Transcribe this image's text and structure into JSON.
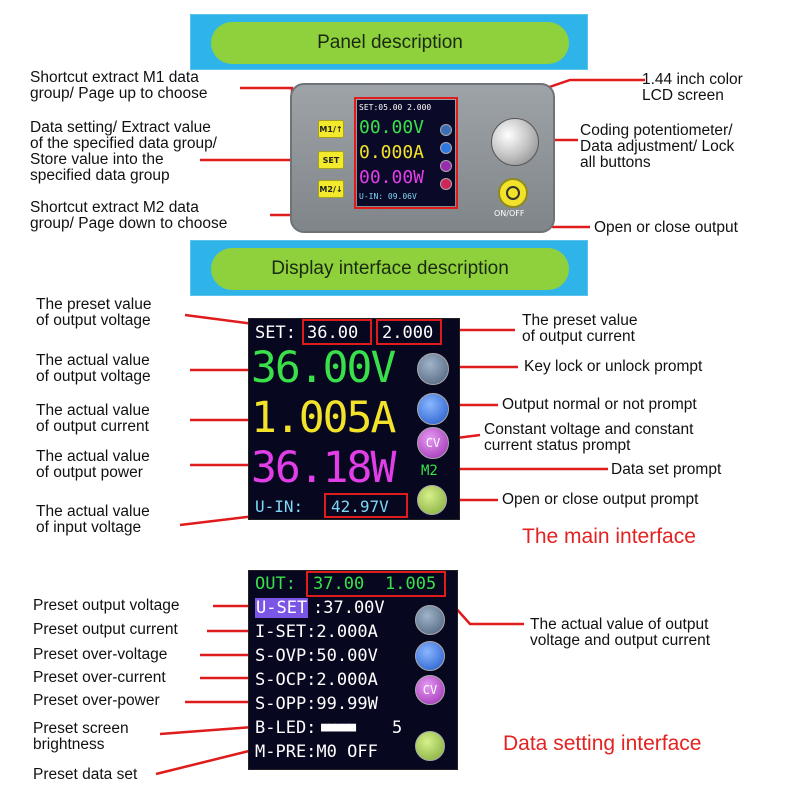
{
  "panel_header": "Panel description",
  "display_header": "Display interface description",
  "panel_labels": {
    "m1": [
      "Shortcut extract M1 data",
      "group/ Page up to choose"
    ],
    "set": [
      "Data setting/ Extract value",
      "of the specified data group/",
      "Store value into the",
      "specified data group"
    ],
    "m2": [
      "Shortcut extract M2 data",
      "group/ Page down to choose"
    ],
    "lcd": [
      "1.44 inch color",
      "LCD screen"
    ],
    "knob": [
      "Coding potentiometer/",
      "Data adjustment/ Lock",
      "all buttons"
    ],
    "onoff": [
      "Open or close output"
    ]
  },
  "device": {
    "btn_m1": "M1/↑",
    "btn_set": "SET",
    "btn_m2": "M2/↓",
    "onoff_label": "ON/OFF",
    "lcd_set": "SET:05.00 2.000",
    "lcd_v": "00.00V",
    "lcd_a": "0.000A",
    "lcd_w": "00.00W",
    "lcd_uin": "U-IN: 09.06V"
  },
  "main_labels": {
    "preset_v": [
      "The preset value",
      "of output voltage"
    ],
    "actual_v": [
      "The actual value",
      "of output voltage"
    ],
    "actual_a": [
      "The actual value",
      "of output current"
    ],
    "actual_w": [
      "The actual value",
      "of output power"
    ],
    "actual_in": [
      "The actual value",
      "of input voltage"
    ],
    "preset_a": [
      "The preset value",
      "of output current"
    ],
    "lock": [
      "Key lock or unlock prompt"
    ],
    "normal": [
      "Output normal or not prompt"
    ],
    "cvcc": [
      "Constant voltage and constant",
      "current status prompt"
    ],
    "dataset": [
      "Data set prompt"
    ],
    "output": [
      "Open or close output prompt"
    ]
  },
  "main_screen": {
    "set_label": "SET:",
    "set_v": "36.00",
    "set_a": "2.000",
    "v": "36.00V",
    "a": "1.005A",
    "w": "36.18W",
    "uin_label": "U-IN:",
    "uin": "42.97V",
    "cv": "CV",
    "m2": "M2"
  },
  "main_title": "The main interface",
  "setting_labels": {
    "uset": "Preset output voltage",
    "iset": "Preset output current",
    "sovp": "Preset over-voltage",
    "socp": "Preset over-current",
    "sopp": "Preset over-power",
    "bled": [
      "Preset screen",
      "brightness"
    ],
    "mpre": "Preset data set",
    "out": [
      "The actual value of output",
      "voltage and output current"
    ]
  },
  "setting_screen": {
    "out_label": "OUT:",
    "out_v": "37.00",
    "out_a": "1.005",
    "uset_k": "U-SET",
    "uset_v": ":37.00V",
    "iset": "I-SET:2.000A",
    "sovp": "S-OVP:50.00V",
    "socp": "S-OCP:2.000A",
    "sopp": "S-OPP:99.99W",
    "bled_k": "B-LED:",
    "bled_bar": "■■■■■",
    "bled_n": "5",
    "mpre": "M-PRE:M0 OFF",
    "cv": "CV"
  },
  "setting_title": "Data setting interface",
  "colors": {
    "blue_band": "#2fb4ea",
    "green_pill": "#8fd13c",
    "red": "#e01b1b",
    "lcd_green": "#39e04a",
    "lcd_yellow": "#f2e22a",
    "lcd_magenta": "#e23ee8",
    "lcd_cyan": "#7fd8f4"
  },
  "icons": [
    "lock-icon",
    "check-icon",
    "cv-icon",
    "power-icon",
    "knob-icon"
  ]
}
